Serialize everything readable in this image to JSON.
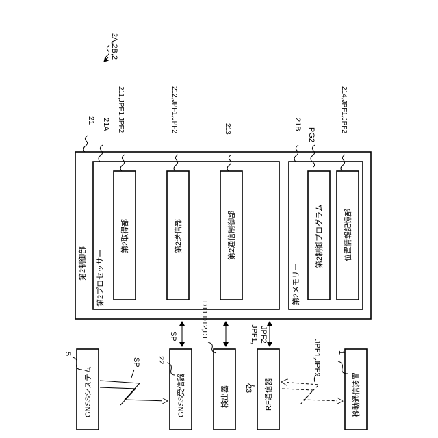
{
  "figure_ref": "2A,2B,2",
  "controller": {
    "ref": "21",
    "label": "第2制御部"
  },
  "processor": {
    "ref": "21A",
    "label": "第2プロセッサー"
  },
  "acquisition": {
    "ref": "211,JPF1,JPF2",
    "label": "第2取得部"
  },
  "transmission": {
    "ref": "212,JPF1,JPF2",
    "label": "第2送信部"
  },
  "comm_control": {
    "ref": "213",
    "label": "第2通信制御部"
  },
  "memory": {
    "ref": "21B",
    "label": "第2メモリー"
  },
  "program": {
    "ref": "PG2",
    "label": "第2制御プログラム"
  },
  "position_storage": {
    "ref": "214,JPF1,JPF2",
    "label": "位置情報記憶部"
  },
  "gnss_system": {
    "ref": "5",
    "label": "GNSSシステム"
  },
  "gnss_receiver": {
    "ref": "22",
    "label": "GNSS受信器"
  },
  "detector": {
    "ref": "DT1,DT2,DT",
    "label": "検出器"
  },
  "rf": {
    "ref": "23",
    "label": "RF通信器"
  },
  "mobile": {
    "ref": "1",
    "label": "移動通信装置"
  },
  "signals": {
    "sp_arrow": "SP",
    "sp_wireless": "SP",
    "jpf_arrow_1": "JPF1,",
    "jpf_arrow_2": "JPF2",
    "jpf_wireless": "JPF1,JPF2"
  }
}
